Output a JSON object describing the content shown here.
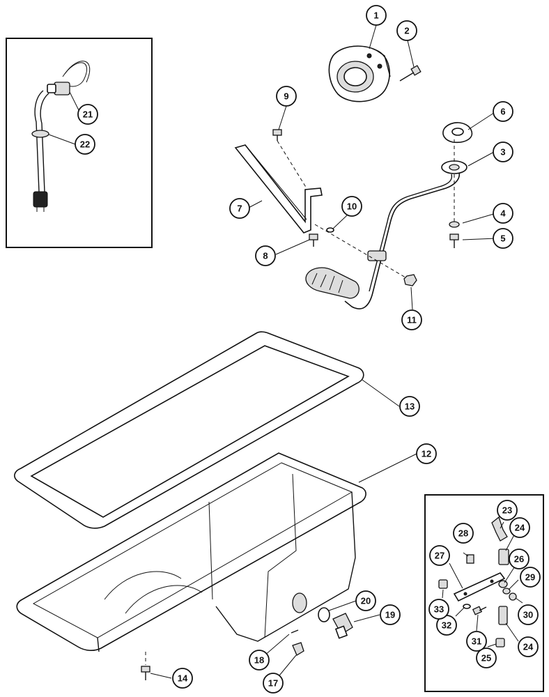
{
  "diagram": {
    "callouts": [
      {
        "id": "c1",
        "label": "1"
      },
      {
        "id": "c2",
        "label": "2"
      },
      {
        "id": "c3",
        "label": "3"
      },
      {
        "id": "c4",
        "label": "4"
      },
      {
        "id": "c5",
        "label": "5"
      },
      {
        "id": "c6",
        "label": "6"
      },
      {
        "id": "c7",
        "label": "7"
      },
      {
        "id": "c8",
        "label": "8"
      },
      {
        "id": "c9",
        "label": "9"
      },
      {
        "id": "c10",
        "label": "10"
      },
      {
        "id": "c11",
        "label": "11"
      },
      {
        "id": "c12",
        "label": "12"
      },
      {
        "id": "c13",
        "label": "13"
      },
      {
        "id": "c14",
        "label": "14"
      },
      {
        "id": "c17",
        "label": "17"
      },
      {
        "id": "c18",
        "label": "18"
      },
      {
        "id": "c19",
        "label": "19"
      },
      {
        "id": "c20",
        "label": "20"
      },
      {
        "id": "c21",
        "label": "21"
      },
      {
        "id": "c22",
        "label": "22"
      },
      {
        "id": "c23",
        "label": "23"
      },
      {
        "id": "c24a",
        "label": "24"
      },
      {
        "id": "c24b",
        "label": "24"
      },
      {
        "id": "c25",
        "label": "25"
      },
      {
        "id": "c26",
        "label": "26"
      },
      {
        "id": "c27",
        "label": "27"
      },
      {
        "id": "c28",
        "label": "28"
      },
      {
        "id": "c29",
        "label": "29"
      },
      {
        "id": "c30",
        "label": "30"
      },
      {
        "id": "c31",
        "label": "31"
      },
      {
        "id": "c32",
        "label": "32"
      },
      {
        "id": "c33",
        "label": "33"
      }
    ]
  }
}
